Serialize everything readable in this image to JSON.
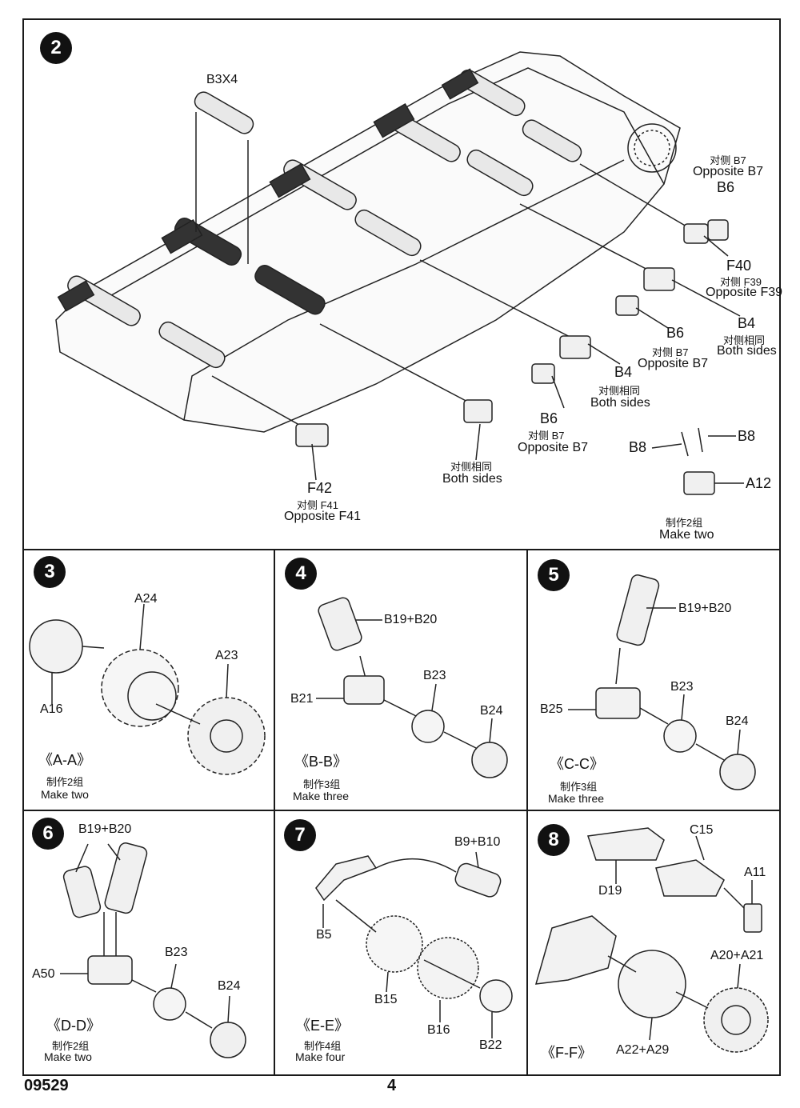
{
  "page": {
    "code": "09529",
    "page_number": "4"
  },
  "step2": {
    "number": "2",
    "labels": {
      "b3x4": "B3X4",
      "dui_b7": "对侧 B7",
      "opp_b7_top": "Opposite B7",
      "b6_top": "B6",
      "f40": "F40",
      "dui_f39": "对侧 F39",
      "opp_f39": "Opposite F39",
      "b4_right": "B4",
      "both_cn_right": "对侧相同",
      "both_right": "Both sides",
      "b6_mid": "B6",
      "dui_b7_mid": "对侧 B7",
      "opp_b7_mid": "Opposite B7",
      "b4_mid": "B4",
      "both_cn_mid": "对侧相同",
      "both_mid": "Both sides",
      "b6_low": "B6",
      "dui_b7_low": "对侧    B7",
      "opp_b7_low": "Opposite B7",
      "both_cn_low": "对侧相同",
      "both_low": "Both sides",
      "f42": "F42",
      "dui_f41": "对侧 F41",
      "opp_f41": "Opposite F41",
      "b8_left": "B8",
      "b8_right": "B8",
      "a12": "A12",
      "make2_cn": "制作2组",
      "make2": "Make two"
    }
  },
  "step3": {
    "number": "3",
    "a24": "A24",
    "a23": "A23",
    "a16": "A16",
    "section": "《A-A》",
    "make_cn": "制作2组",
    "make": "Make two"
  },
  "step4": {
    "number": "4",
    "b19b20": "B19+B20",
    "b21": "B21",
    "b23": "B23",
    "b24": "B24",
    "section": "《B-B》",
    "make_cn": "制作3组",
    "make": "Make three"
  },
  "step5": {
    "number": "5",
    "b19b20": "B19+B20",
    "b25": "B25",
    "b23": "B23",
    "b24": "B24",
    "section": "《C-C》",
    "make_cn": "制作3组",
    "make": "Make three"
  },
  "step6": {
    "number": "6",
    "b19b20": "B19+B20",
    "a50": "A50",
    "b23": "B23",
    "b24": "B24",
    "section": "《D-D》",
    "make_cn": "制作2组",
    "make": "Make two"
  },
  "step7": {
    "number": "7",
    "b9b10": "B9+B10",
    "b5": "B5",
    "b15": "B15",
    "b16": "B16",
    "b22": "B22",
    "section": "《E-E》",
    "make_cn": "制作4组",
    "make": "Make four"
  },
  "step8": {
    "number": "8",
    "c15": "C15",
    "a11": "A11",
    "d19": "D19",
    "a20a21": "A20+A21",
    "a22a29": "A22+A29",
    "section": "《F-F》"
  }
}
